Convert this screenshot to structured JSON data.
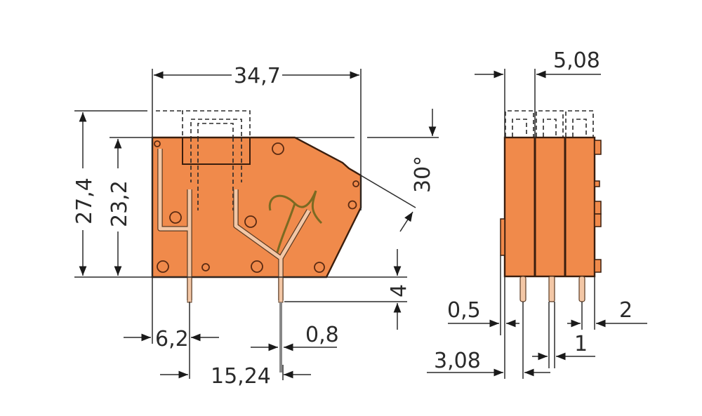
{
  "diagram": {
    "title": "Terminal block dimensional drawing",
    "colors": {
      "body": "#f08a4b",
      "outline": "#3a1e0e",
      "contact": "#f3c7a6",
      "dimension_line": "#2a2a2a",
      "background": "#ffffff"
    },
    "front_view": {
      "dimensions": {
        "overall_width": "34,7",
        "overall_height": "27,4",
        "body_height": "23,2",
        "angle": "30°",
        "pin_length": "4",
        "first_pin_offset": "6,2",
        "pin_width": "0,8",
        "pin_pitch": "15,24"
      }
    },
    "side_view": {
      "dimensions": {
        "pole_pitch": "5,08",
        "left_offset": "0,5",
        "pin_offset": "3,08",
        "pin_thickness": "1",
        "right_offset": "2"
      },
      "poles": 3
    }
  }
}
